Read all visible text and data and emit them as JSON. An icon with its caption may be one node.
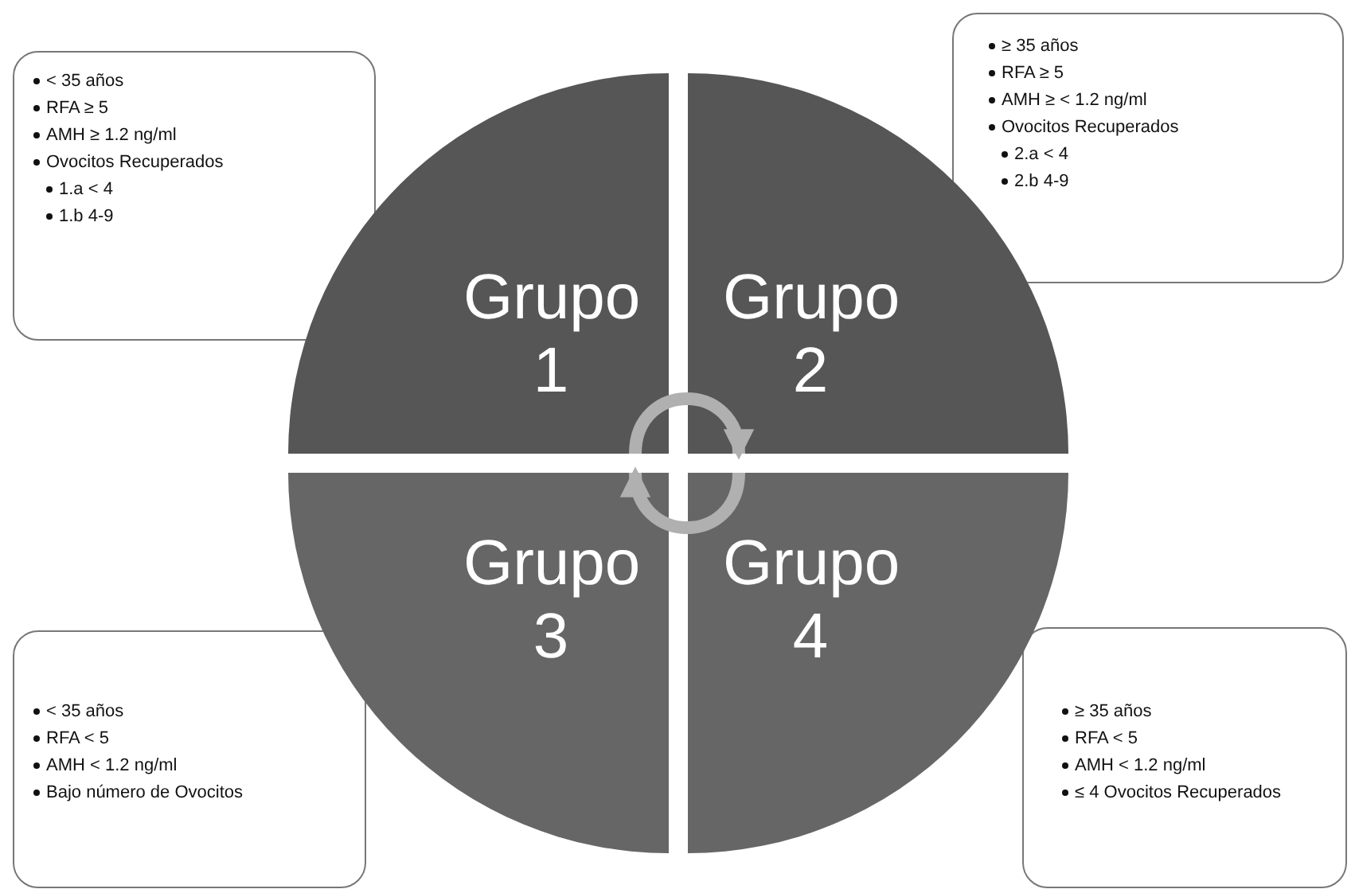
{
  "diagram": {
    "nodes": [
      {
        "text": [
          "< 35 años",
          "RFA ≥ 5",
          "AMH ≥ 1.2 ng/ml",
          "Ovocitos Recuperados",
          "1.a < 4",
          "1.b 4-9"
        ]
      },
      {
        "text": [
          "≥ 35 años",
          "RFA ≥ 5",
          "AMH ≥ < 1.2 ng/ml",
          "Ovocitos Recuperados",
          "2.a < 4",
          "2.b 4-9"
        ]
      },
      {
        "text": [
          "Grupo 1"
        ]
      },
      {
        "text": [
          "Grupo 2"
        ]
      },
      {
        "text": [
          "Grupo 3"
        ]
      },
      {
        "text": [
          "Grupo 4"
        ]
      },
      {
        "text": [
          "< 35 años",
          "RFA < 5",
          "AMH < 1.2 ng/ml",
          "Bajo número de Ovocitos"
        ]
      },
      {
        "text": [
          "≥ 35 años",
          "RFA < 5",
          "AMH < 1.2 ng/ml",
          "≤ 4 Ovocitos Recuperados"
        ]
      }
    ],
    "edges": [
      {
        "from": 2,
        "to": 3,
        "arrow": "to"
      },
      {
        "from": 5,
        "to": 4,
        "arrow": "to"
      }
    ]
  }
}
